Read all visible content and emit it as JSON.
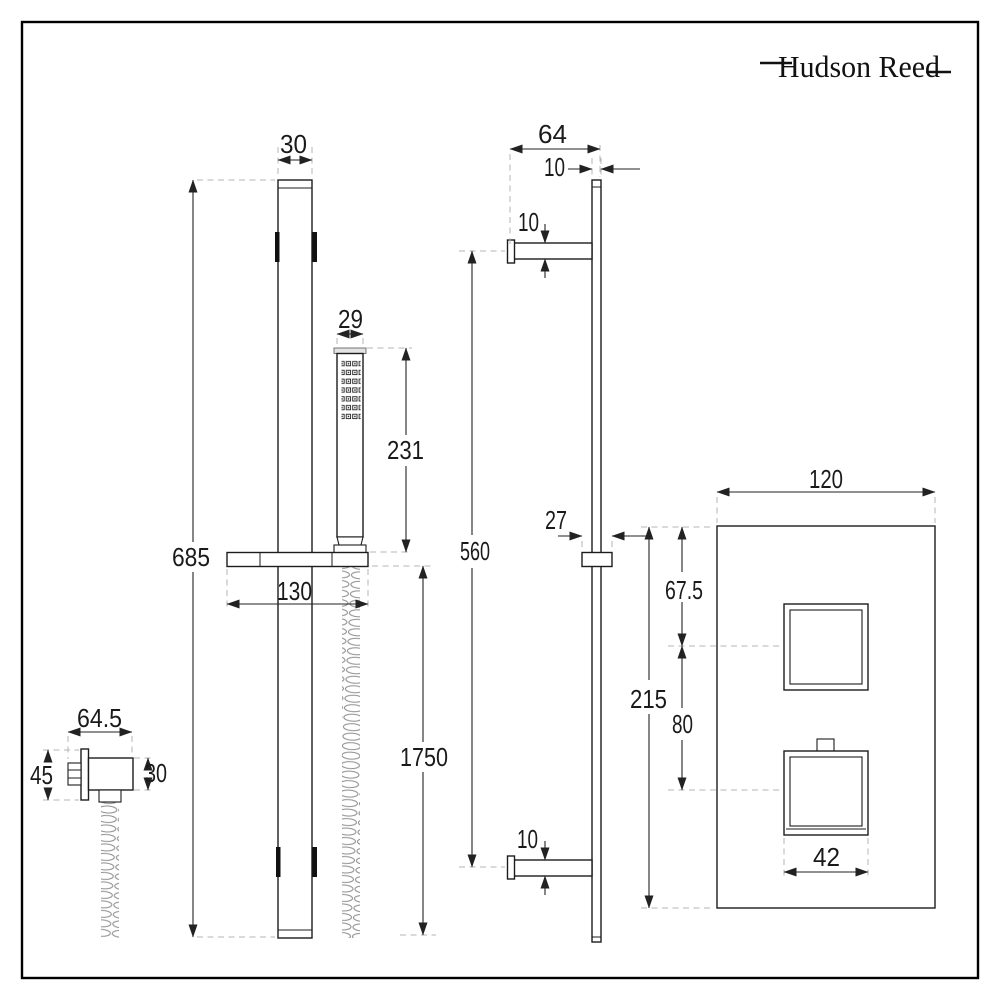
{
  "brand": {
    "logo_text": "Hudson Reed"
  },
  "figures": {
    "rail_front": {
      "dims": {
        "rail_width": "30",
        "handset_width": "29",
        "handset_length": "231",
        "rail_height": "685",
        "bracket_length": "130",
        "hose_length": "1750"
      }
    },
    "outlet_elbow": {
      "dims": {
        "width": "64.5",
        "plate_height": "45",
        "body_depth": "30"
      }
    },
    "rail_side": {
      "dims": {
        "wall_offset": "64",
        "rail_depth": "10",
        "top_bracket_thickness": "10",
        "bracket_spacing": "560",
        "slider_depth": "27",
        "bottom_bracket_thickness": "10"
      }
    },
    "valve_front": {
      "dims": {
        "plate_width": "120",
        "top_to_upper_handle": "67.5",
        "plate_height": "215",
        "handle_spacing": "80",
        "handle_width": "42"
      }
    }
  }
}
